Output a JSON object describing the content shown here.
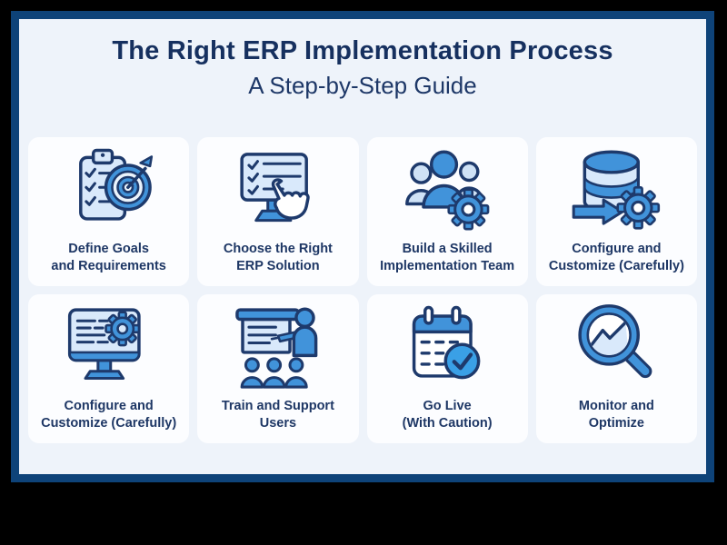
{
  "header": {
    "title": "The Right ERP Implementation Process",
    "subtitle": "A Step-by-Step Guide"
  },
  "steps": [
    {
      "line1": "Define Goals",
      "line2": "and Requirements",
      "icon": "clipboard-target-icon"
    },
    {
      "line1": "Choose the Right",
      "line2": "ERP Solution",
      "icon": "monitor-checklist-icon"
    },
    {
      "line1": "Build a Skilled",
      "line2": "Implementation Team",
      "icon": "team-gear-icon"
    },
    {
      "line1": "Configure and",
      "line2": "Customize (Carefully)",
      "icon": "database-gear-icon"
    },
    {
      "line1": "Configure and",
      "line2": "Customize (Carefully)",
      "icon": "monitor-gear-icon"
    },
    {
      "line1": "Train and Support",
      "line2": "Users",
      "icon": "training-presentation-icon"
    },
    {
      "line1": "Go Live",
      "line2": "(With Caution)",
      "icon": "calendar-check-icon"
    },
    {
      "line1": "Monitor and",
      "line2": "Optimize",
      "icon": "magnifier-chart-icon"
    }
  ],
  "colors": {
    "outer_background": "#000000",
    "frame_border": "#0e4379",
    "page_background": "#eef3fa",
    "tile_background": "#fcfdff",
    "title_text": "#16305f",
    "label_text": "#1e3765",
    "icon_outline_navy": "#1e3a6c",
    "icon_mid_blue": "#4193da",
    "icon_bright_blue": "#3aa0e6",
    "icon_light_blue": "#d9e9fb",
    "icon_lighter_blue": "#cfe2f6"
  }
}
